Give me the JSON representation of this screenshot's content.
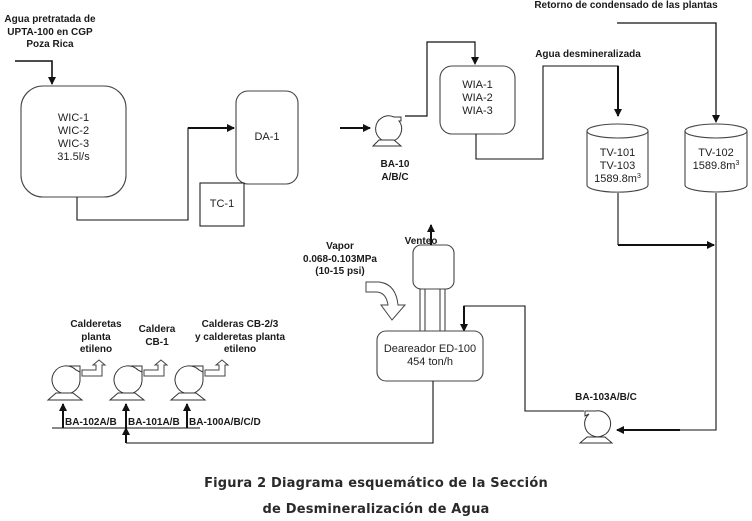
{
  "figure": {
    "caption_line1": "Figura 2 Diagrama esquemático de la Sección",
    "caption_line2": "de Desmineralización de Agua"
  },
  "streams": {
    "feed_water": [
      "Agua pretratada de",
      "UPTA-100 en CGP",
      "Poza Rica"
    ],
    "condensate_return": "Retorno de condensado de las plantas",
    "demin_water": "Agua desmineralizada",
    "vent": "Venteo",
    "steam": [
      "Vapor",
      "0.068-0.103MPa",
      "(10-15 psi)"
    ],
    "to_boilers_ethylene": [
      "Calderetas",
      "planta",
      "etileno"
    ],
    "to_boiler_cb1": [
      "Caldera",
      "CB-1"
    ],
    "to_boilers_cb23": [
      "Calderas CB-2/3",
      "y calderetas planta",
      "etileno"
    ]
  },
  "equipment": {
    "wic": {
      "lines": [
        "WIC-1",
        "WIC-2",
        "WIC-3",
        "31.5l/s"
      ]
    },
    "da1": {
      "label": "DA-1"
    },
    "tc1": {
      "label": "TC-1"
    },
    "ba10": {
      "lines": [
        "BA-10",
        "A/B/C"
      ]
    },
    "wia": {
      "lines": [
        "WIA-1",
        "WIA-2",
        "WIA-3"
      ]
    },
    "tv101": {
      "lines": [
        "TV-101",
        "TV-103"
      ],
      "volume": "1589.8m",
      "unit_exp": "3"
    },
    "tv102": {
      "lines": [
        "TV-102"
      ],
      "volume": "1589.8m",
      "unit_exp": "3"
    },
    "deaerator": {
      "lines": [
        "Deareador ED-100",
        "454 ton/h"
      ]
    },
    "ba103": {
      "label": "BA-103A/B/C"
    },
    "ba102": {
      "label": "BA-102A/B"
    },
    "ba101": {
      "label": "BA-101A/B"
    },
    "ba100": {
      "label": "BA-100A/B/C/D"
    }
  },
  "colors": {
    "line": "#111111",
    "vessel_stroke": "#444444",
    "text": "#1a1a1a"
  }
}
